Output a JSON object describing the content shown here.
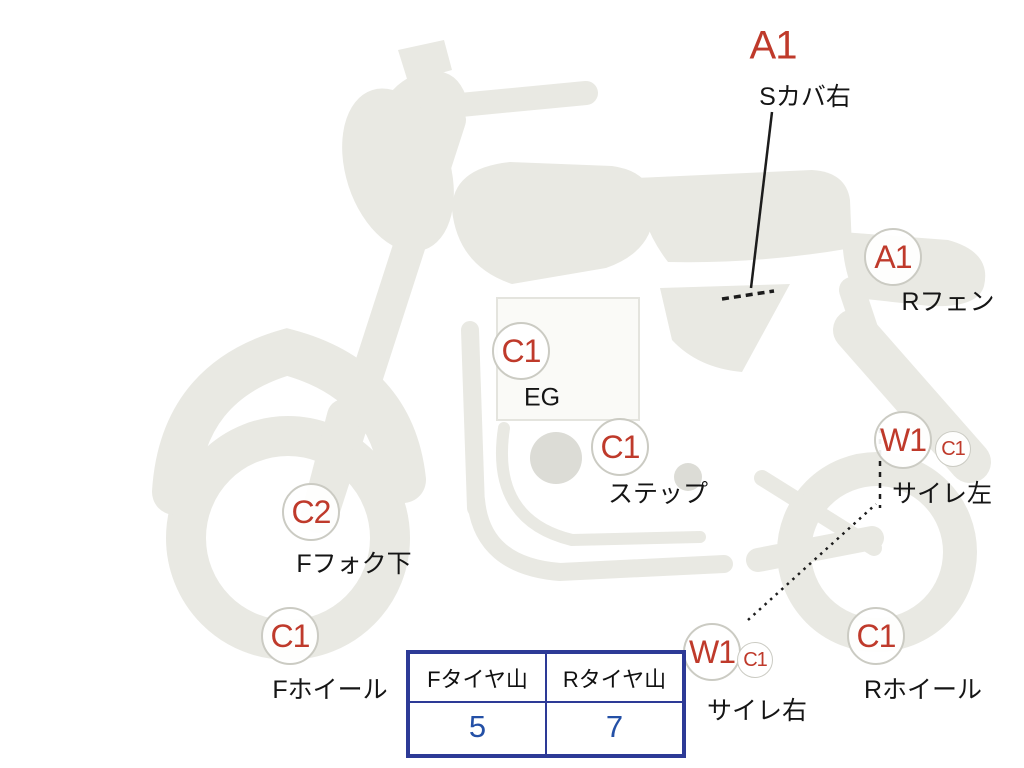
{
  "title": "motorcycle-condition-diagram",
  "colors": {
    "code_red": "#bf3a2b",
    "value_blue": "#2450a6",
    "table_border_navy": "#2d3a96",
    "body_gray": "#e9e9e3"
  },
  "markers": [
    {
      "code": "A1",
      "label": "Sカバ右"
    },
    {
      "code": "A1",
      "label": "Rフェン"
    },
    {
      "code": "C1",
      "label": "EG"
    },
    {
      "code": "C1",
      "label": "ステップ"
    },
    {
      "code": "C2",
      "label": "Fフォク下"
    },
    {
      "code": "C1",
      "label": "Fホイール"
    },
    {
      "code": "W1",
      "sub_code": "C1",
      "label": "サイレ左"
    },
    {
      "code": "W1",
      "sub_code": "C1",
      "label": "サイレ右"
    },
    {
      "code": "C1",
      "label": "Rホイール"
    }
  ],
  "tire_table": {
    "front_header": "Fタイヤ山",
    "rear_header": "Rタイヤ山",
    "front_value": "5",
    "rear_value": "7"
  }
}
